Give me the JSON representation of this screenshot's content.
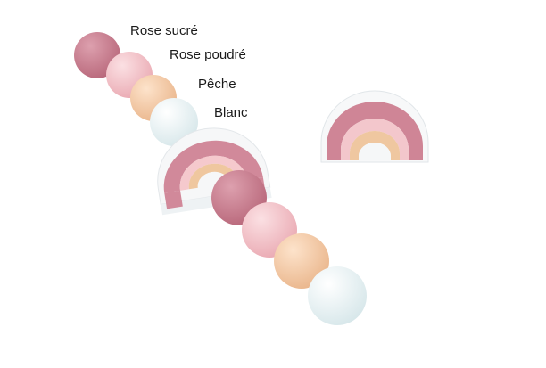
{
  "labels": {
    "rose_sucre": "Rose sucré",
    "rose_poudre": "Rose poudré",
    "peche": "Pêche",
    "blanc": "Blanc"
  },
  "colors": {
    "rose_sucre": "#c97d8e",
    "rose_poudre": "#f2c2c8",
    "peche": "#f3c9a4",
    "blanc": "#eef6f8"
  },
  "products": [
    "bead-chain",
    "rainbow-bead"
  ]
}
